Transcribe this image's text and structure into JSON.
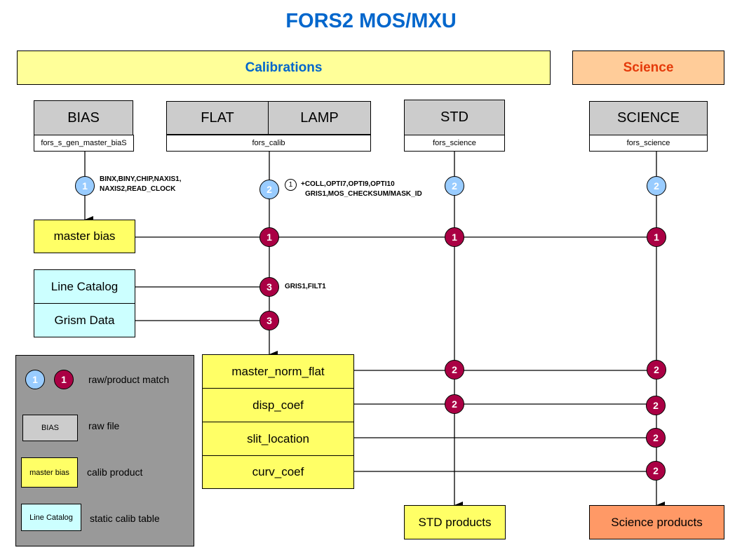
{
  "title": "FORS2 MOS/MXU",
  "sections": {
    "calibrations": "Calibrations",
    "science": "Science"
  },
  "raw_frames": {
    "bias": {
      "label": "BIAS",
      "recipe": "fors_s_gen_master_biaS"
    },
    "flat": {
      "label": "FLAT"
    },
    "lamp": {
      "label": "LAMP"
    },
    "flat_lamp_recipe": "fors_calib",
    "std": {
      "label": "STD",
      "recipe": "fors_science"
    },
    "science": {
      "label": "SCIENCE",
      "recipe": "fors_science"
    }
  },
  "keywords": {
    "bias_line1": "BINX,BINY,CHIP,NAXIS1,",
    "bias_line2": "NAXIS2,READ_CLOCK",
    "calib_ref": "1",
    "calib_line1": "+COLL,OPTI7,OPTI9,OPTI10",
    "calib_line2": "GRIS1,MOS_CHECKSUM/MASK_ID",
    "line_catalog": "GRIS1,FILT1"
  },
  "products": {
    "master_bias": "master bias",
    "master_norm_flat": "master_norm_flat",
    "disp_coef": "disp_coef",
    "slit_location": "slit_location",
    "curv_coef": "curv_coef",
    "std_products": "STD products",
    "science_products": "Science products"
  },
  "static_tables": {
    "line_catalog": "Line Catalog",
    "grism_data": "Grism Data"
  },
  "badges": {
    "bias_raw": "1",
    "calib_raw": "2",
    "std_raw": "2",
    "science_raw": "2",
    "calib_master_bias": "1",
    "std_master_bias": "1",
    "science_master_bias": "1",
    "calib_line_catalog": "3",
    "calib_grism_data": "3",
    "std_norm_flat": "2",
    "std_disp_coef": "2",
    "science_norm_flat": "2",
    "science_disp_coef": "2",
    "science_slit_location": "2",
    "science_curv_coef": "2"
  },
  "legend": {
    "match_raw": "1",
    "match_prod": "1",
    "match_label": "raw/product match",
    "raw_sample": "BIAS",
    "raw_label": "raw file",
    "calib_sample": "master bias",
    "calib_label": "calib product",
    "static_sample": "Line Catalog",
    "static_label": "static calib table"
  },
  "colors": {
    "title": "#0066cc",
    "calibrations_banner": "#ffff99",
    "science_banner": "#ffcc99",
    "science_text": "#e53a0a",
    "raw_frame": "#cccccc",
    "calib_product": "#ffff66",
    "static_table": "#ccffff",
    "science_product": "#ff9966",
    "raw_match": "#99ccff",
    "product_match": "#aa0044",
    "legend_bg": "#999999"
  }
}
